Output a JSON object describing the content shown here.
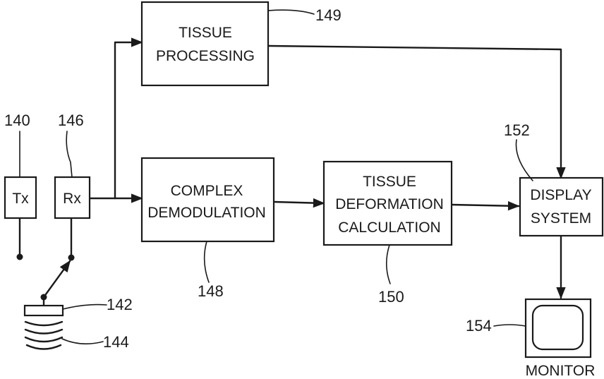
{
  "blocks": {
    "tx": {
      "label": "Tx",
      "ref": "140"
    },
    "rx": {
      "label": "Rx",
      "ref": "146"
    },
    "tissue_processing": {
      "line1": "TISSUE",
      "line2": "PROCESSING",
      "ref": "149"
    },
    "complex_demodulation": {
      "line1": "COMPLEX",
      "line2": "DEMODULATION",
      "ref": "148"
    },
    "tissue_deformation": {
      "line1": "TISSUE",
      "line2": "DEFORMATION",
      "line3": "CALCULATION",
      "ref": "150"
    },
    "display_system": {
      "line1": "DISPLAY",
      "line2": "SYSTEM",
      "ref": "152"
    }
  },
  "transducer": {
    "ref": "142"
  },
  "waves": {
    "ref": "144"
  },
  "monitor": {
    "label": "MONITOR",
    "ref": "154"
  }
}
